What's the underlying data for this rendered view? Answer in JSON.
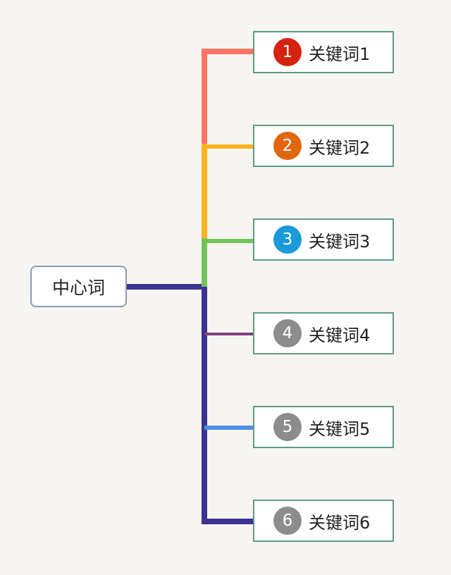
{
  "center": {
    "label": "中心词"
  },
  "keywords": [
    {
      "number": "1",
      "label": "关键词1",
      "badge_color": "#d42310",
      "line_color": "#ff7466"
    },
    {
      "number": "2",
      "label": "关键词2",
      "badge_color": "#e0670f",
      "line_color": "#ffb31f"
    },
    {
      "number": "3",
      "label": "关键词3",
      "badge_color": "#1a9ad9",
      "line_color": "#73c35a"
    },
    {
      "number": "4",
      "label": "关键词4",
      "badge_color": "#8c8c8c",
      "line_color": "#843f7c"
    },
    {
      "number": "5",
      "label": "关键词5",
      "badge_color": "#8c8c8c",
      "line_color": "#4f8fe0"
    },
    {
      "number": "6",
      "label": "关键词6",
      "badge_color": "#8c8c8c",
      "line_color": "#3b3292"
    }
  ],
  "colors": {
    "trunk": "#3b3292",
    "node_border": "#5d9a86",
    "center_border": "#8a9ab0",
    "background": "#f6f5f1"
  }
}
